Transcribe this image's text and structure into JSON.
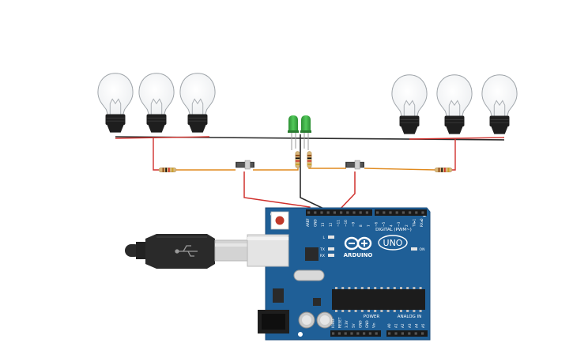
{
  "board": {
    "brand": "ARDUINO",
    "model": "UNO",
    "header_digital": "DIGITAL (PWM~)",
    "header_power": "POWER",
    "header_analog": "ANALOG IN",
    "on_label": "ON",
    "led_labels": [
      "L",
      "TX",
      "RX"
    ],
    "digital_pins": [
      "AREF",
      "GND",
      "13",
      "12",
      "~11",
      "~10",
      "~9",
      "8",
      "7",
      "~6",
      "~5",
      "4",
      "~3",
      "2",
      "TX▸1",
      "RX◂0"
    ],
    "power_pins": [
      "IOREF",
      "RESET",
      "3.3V",
      "5V",
      "GND",
      "GND",
      "Vin"
    ],
    "analog_pins": [
      "A0",
      "A1",
      "A2",
      "A3",
      "A4",
      "A5"
    ]
  },
  "components": {
    "bulbs": [
      "bulb-1",
      "bulb-2",
      "bulb-3",
      "bulb-4",
      "bulb-5",
      "bulb-6"
    ],
    "leds": [
      "led-left",
      "led-right"
    ],
    "switches": [
      "switch-left",
      "switch-right"
    ],
    "resistors": [
      "resistor-left",
      "resistor-right",
      "resistor-led-left",
      "resistor-led-right"
    ]
  },
  "colors": {
    "board": "#1f5f97",
    "board_edge": "#174a78",
    "wire_red": "#d0312d",
    "wire_black": "#2b2b2b",
    "wire_orange": "#e08a1e",
    "led_green": "#3cb043",
    "usb_body": "#2a2a2a"
  }
}
